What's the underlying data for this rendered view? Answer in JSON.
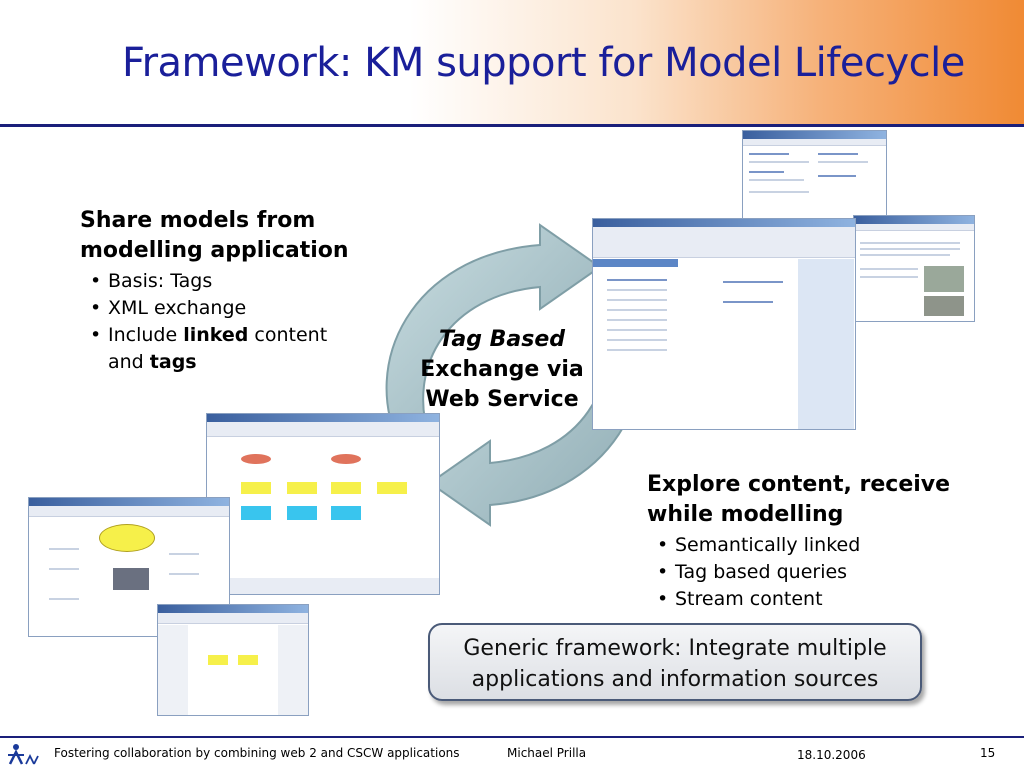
{
  "slide": {
    "title": "Framework: KM support for Model Lifecycle"
  },
  "left_block": {
    "heading_line1": "Share models from",
    "heading_line2": "modelling application",
    "bullets": [
      "Basis: Tags",
      "XML exchange"
    ],
    "bullet3_prefix": "Include ",
    "bullet3_bold1": "linked",
    "bullet3_mid": " content",
    "bullet3_line2_prefix": "and ",
    "bullet3_bold2": "tags"
  },
  "center": {
    "line1": "Tag Based",
    "line2": "Exchange via",
    "line3": "Web Service"
  },
  "right_block": {
    "heading_line1": "Explore content, receive",
    "heading_line2": "while modelling",
    "bullets": [
      "Semantically linked",
      "Tag based queries",
      "Stream content"
    ]
  },
  "callout": {
    "line1": "Generic framework: Integrate multiple",
    "line2": "applications and information sources"
  },
  "footer": {
    "talk_title": "Fostering collaboration by combining web 2 and CSCW applications",
    "author": "Michael Prilla",
    "date": "18.10.2006",
    "page_number": "15"
  },
  "colors": {
    "title": "#1a1f9a",
    "rule": "#1a1f7a",
    "arrow": "#a9c3c9",
    "arrow_dark": "#7f9ea6"
  }
}
